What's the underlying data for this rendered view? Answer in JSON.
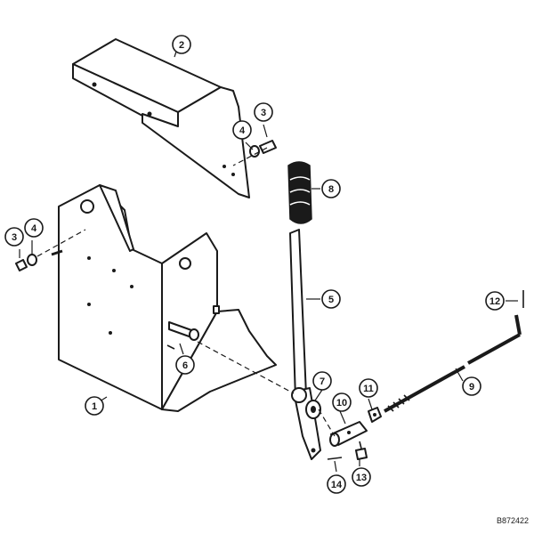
{
  "diagram": {
    "reference_code": "B872422",
    "callouts": [
      {
        "id": "c1",
        "label": "1"
      },
      {
        "id": "c2",
        "label": "2"
      },
      {
        "id": "c3a",
        "label": "3"
      },
      {
        "id": "c4a",
        "label": "4"
      },
      {
        "id": "c3b",
        "label": "3"
      },
      {
        "id": "c4b",
        "label": "4"
      },
      {
        "id": "c5",
        "label": "5"
      },
      {
        "id": "c6",
        "label": "6"
      },
      {
        "id": "c7",
        "label": "7"
      },
      {
        "id": "c8",
        "label": "8"
      },
      {
        "id": "c9",
        "label": "9"
      },
      {
        "id": "c10",
        "label": "10"
      },
      {
        "id": "c11",
        "label": "11"
      },
      {
        "id": "c12",
        "label": "12"
      },
      {
        "id": "c13",
        "label": "13"
      },
      {
        "id": "c14",
        "label": "14"
      }
    ]
  }
}
